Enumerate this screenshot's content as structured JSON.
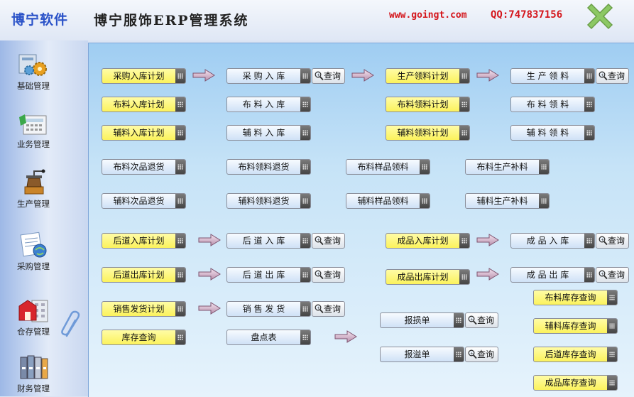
{
  "app": {
    "logo": "博宁软件",
    "title": "博宁服饰ERP管理系统",
    "site": "www.goingt.com",
    "qq": "QQ:747837156"
  },
  "sidebar": {
    "items": [
      "基础管理",
      "业务管理",
      "生产管理",
      "采购管理",
      "仓存管理",
      "财务管理"
    ]
  },
  "query_label": "查询",
  "buttons": {
    "purchase_in_plan": "采购入库计划",
    "purchase_in": "采 购 入 库",
    "prod_material_plan": "生产领料计划",
    "prod_material": "生 产 领 料",
    "fabric_in_plan": "布料入库计划",
    "fabric_in": "布 料 入 库",
    "fabric_pick_plan": "布料领料计划",
    "fabric_pick": "布 料 领 料",
    "acc_in_plan": "辅料入库计划",
    "acc_in": "辅 料 入 库",
    "acc_pick_plan": "辅料领料计划",
    "acc_pick": "辅 料 领 料",
    "fabric_defect_return": "布料次品退货",
    "fabric_pick_return": "布料领料退货",
    "fabric_sample_pick": "布料样品领料",
    "fabric_prod_supp": "布料生产补料",
    "acc_defect_return": "辅料次品退货",
    "acc_pick_return": "辅料领料退货",
    "acc_sample_pick": "辅料样品领料",
    "acc_prod_supp": "辅料生产补料",
    "post_in_plan": "后道入库计划",
    "post_in": "后 道 入 库",
    "fg_in_plan": "成品入库计划",
    "fg_in": "成 品 入 库",
    "post_out_plan": "后道出库计划",
    "post_out": "后 道 出 库",
    "fg_out_plan": "成品出库计划",
    "fg_out": "成 品 出 库",
    "fabric_stock_query": "布料库存查询",
    "sales_ship_plan": "销售发货计划",
    "sales_ship": "销 售 发 货",
    "loss_report": "报损单",
    "acc_stock_query": "辅料库存查询",
    "stock_query": "库存查询",
    "stocktake": "盘点表",
    "post_stock_query": "后道库存查询",
    "overflow_report": "报溢单",
    "fg_stock_query": "成品库存查询"
  }
}
